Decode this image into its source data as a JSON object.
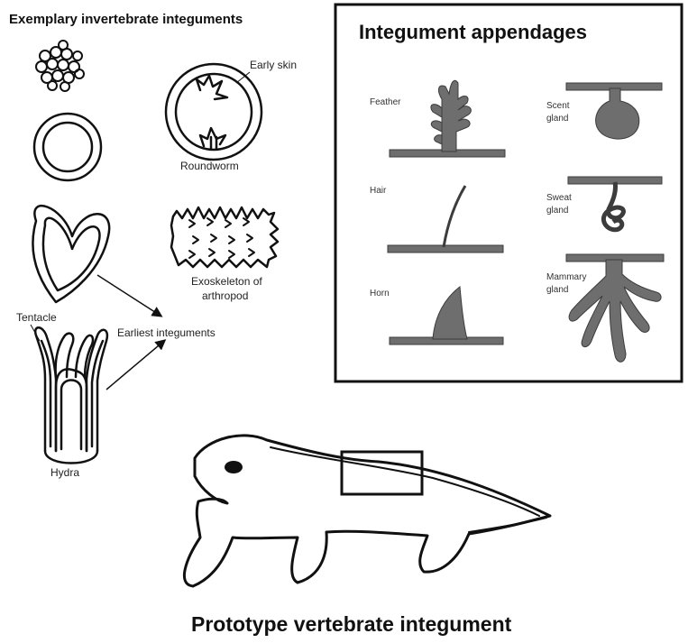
{
  "invertebrates": {
    "title": "Exemplary invertebrate integuments",
    "roundworm": {
      "label": "Roundworm",
      "early_skin_label": "Early skin"
    },
    "arthropod": {
      "label_line1": "Exoskeleton of",
      "label_line2": "arthropod"
    },
    "earliest_label": "Earliest integuments",
    "tentacle_label": "Tentacle",
    "hydra_label": "Hydra"
  },
  "appendages": {
    "title": "Integument appendages",
    "feather": "Feather",
    "hair": "Hair",
    "horn": "Horn",
    "scent_line1": "Scent",
    "scent_line2": "gland",
    "sweat_line1": "Sweat",
    "sweat_line2": "gland",
    "mammary_line1": "Mammary",
    "mammary_line2": "gland"
  },
  "vertebrate": {
    "title": "Prototype vertebrate integument"
  },
  "colors": {
    "ink": "#111111",
    "fill_gray": "#6e6e6e"
  }
}
